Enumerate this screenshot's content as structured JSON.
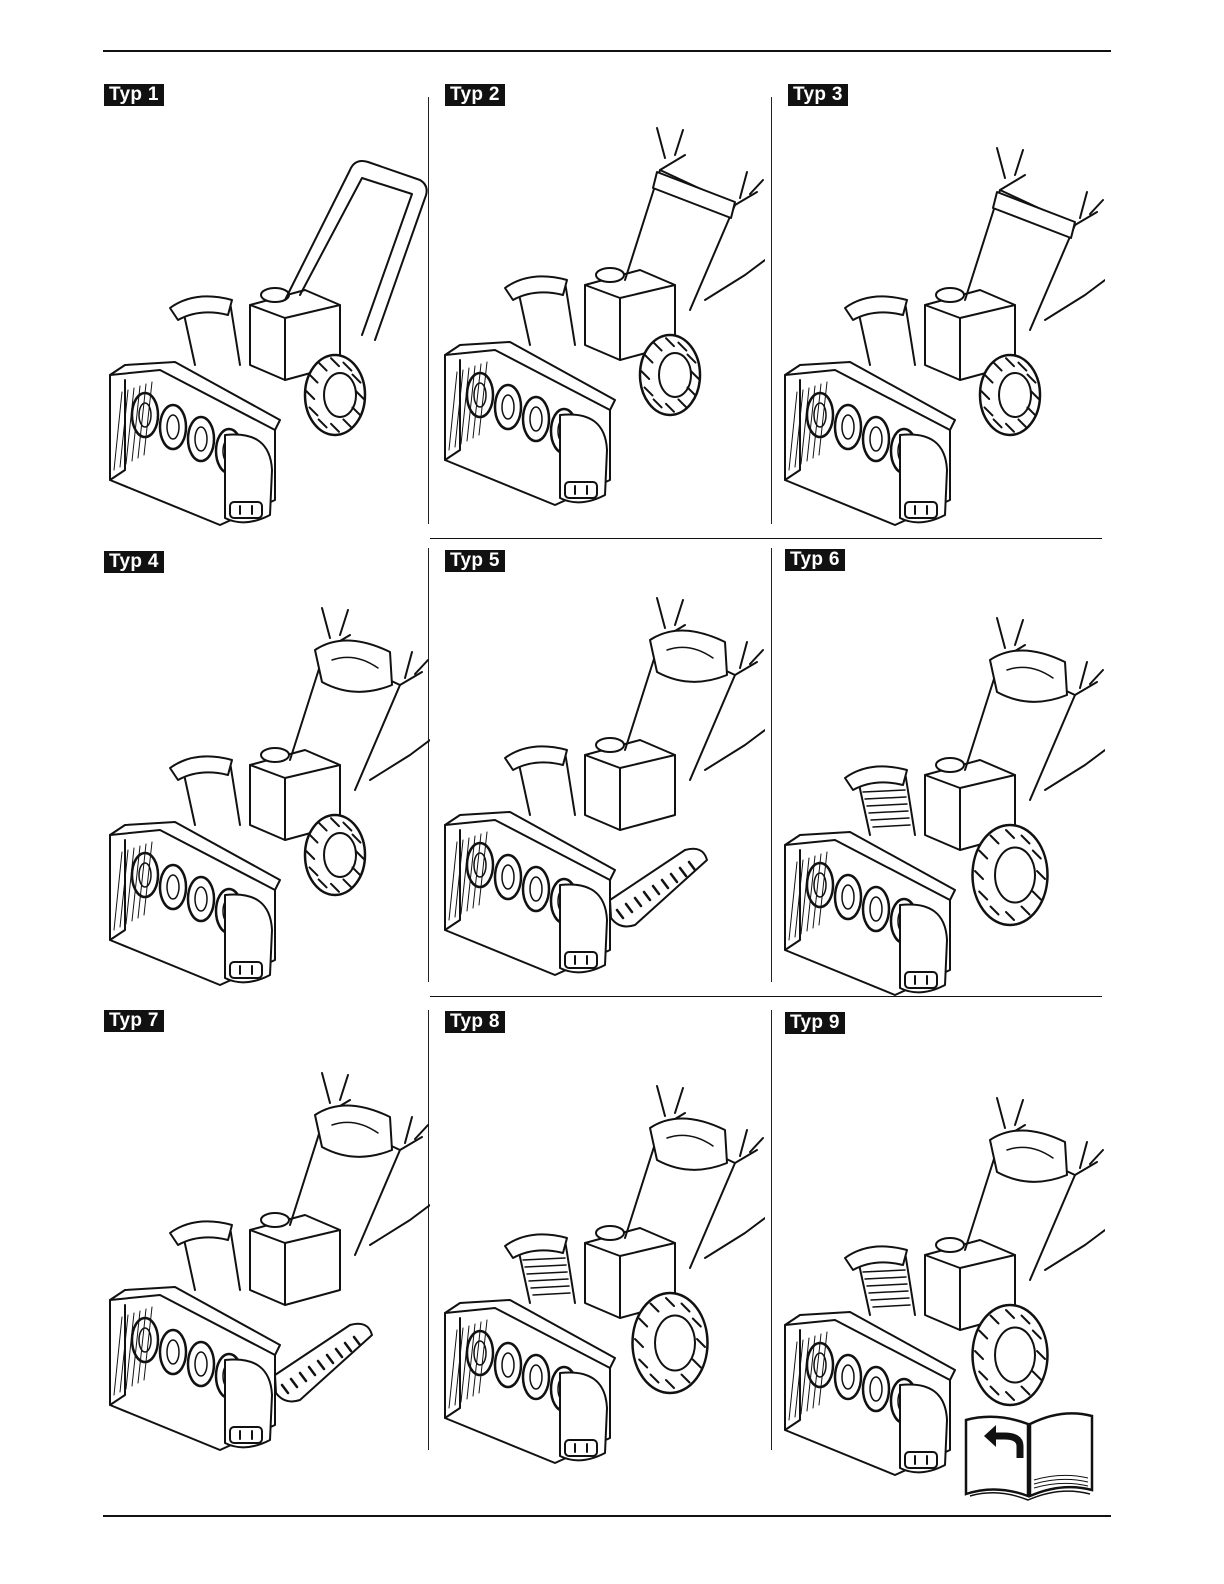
{
  "page": {
    "panels": [
      {
        "label": "Typ 1",
        "icon": "snow-thrower-wheeled-compact-icon"
      },
      {
        "label": "Typ 2",
        "icon": "snow-thrower-wheeled-icon"
      },
      {
        "label": "Typ 3",
        "icon": "snow-thrower-wheeled-icon"
      },
      {
        "label": "Typ 4",
        "icon": "snow-thrower-wheeled-dashboard-icon"
      },
      {
        "label": "Typ 5",
        "icon": "snow-thrower-tracked-icon"
      },
      {
        "label": "Typ 6",
        "icon": "snow-thrower-wheeled-large-icon"
      },
      {
        "label": "Typ 7",
        "icon": "snow-thrower-tracked-large-icon"
      },
      {
        "label": "Typ 8",
        "icon": "snow-thrower-wheeled-large-icon"
      },
      {
        "label": "Typ 9",
        "icon": "snow-thrower-wheeled-large-icon"
      }
    ],
    "footer_icon": "open-book-turn-page-icon"
  }
}
